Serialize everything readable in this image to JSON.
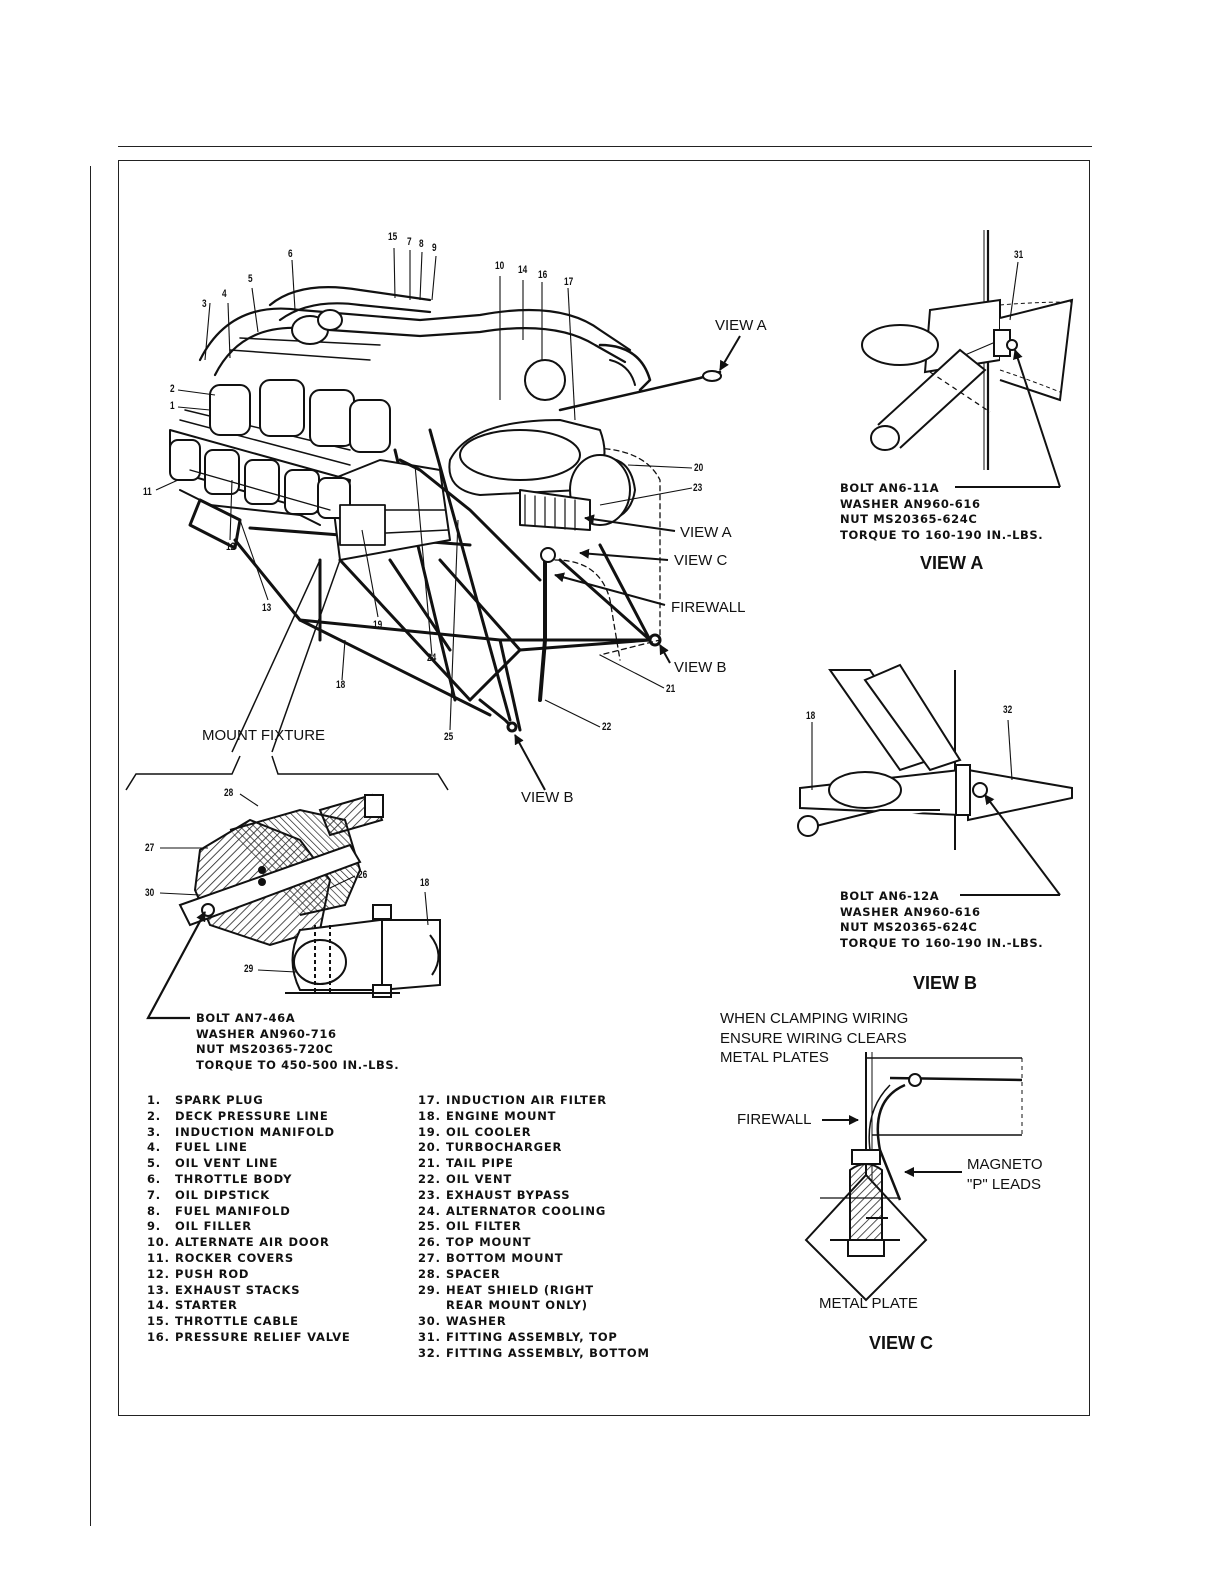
{
  "callouts": {
    "c1": "1",
    "c2": "2",
    "c3": "3",
    "c4": "4",
    "c5": "5",
    "c6": "6",
    "c7": "7",
    "c8": "8",
    "c9": "9",
    "c10": "10",
    "c11": "11",
    "c12": "12",
    "c13": "13",
    "c14": "14",
    "c15": "15",
    "c16": "16",
    "c17": "17",
    "c18": "18",
    "c19": "19",
    "c20": "20",
    "c21": "21",
    "c22": "22",
    "c23": "23",
    "c24": "24",
    "c25": "25",
    "c26": "26",
    "c27": "27",
    "c28": "28",
    "c29": "29",
    "c30": "30",
    "c31": "31",
    "c32": "32"
  },
  "main": {
    "view_a": "VIEW A",
    "view_c": "VIEW C",
    "firewall": "FIREWALL",
    "view_b": "VIEW B",
    "mount_fixture": "MOUNT FIXTURE"
  },
  "view_a": {
    "title": "VIEW A",
    "spec": [
      "BOLT AN6-11A",
      "WASHER AN960-616",
      "NUT MS20365-624C",
      "TORQUE TO 160-190 IN.-LBS."
    ]
  },
  "view_b": {
    "title": "VIEW B",
    "spec": [
      "BOLT AN6-12A",
      "WASHER AN960-616",
      "NUT MS20365-624C",
      "TORQUE TO 160-190 IN.-LBS."
    ]
  },
  "mount_detail": {
    "spec": [
      "BOLT AN7-46A",
      "WASHER AN960-716",
      "NUT MS20365-720C",
      "TORQUE TO 450-500 IN.-LBS."
    ]
  },
  "view_c": {
    "title": "VIEW C",
    "note": [
      "WHEN CLAMPING WIRING",
      "ENSURE WIRING CLEARS",
      "METAL PLATES"
    ],
    "firewall": "FIREWALL",
    "magneto": [
      "MAGNETO",
      "\"P\" LEADS"
    ],
    "metal_plate": "METAL PLATE"
  },
  "legend": {
    "left": [
      {
        "n": "1.",
        "t": "SPARK PLUG"
      },
      {
        "n": "2.",
        "t": "DECK PRESSURE LINE"
      },
      {
        "n": "3.",
        "t": "INDUCTION MANIFOLD"
      },
      {
        "n": "4.",
        "t": "FUEL LINE"
      },
      {
        "n": "5.",
        "t": "OIL VENT LINE"
      },
      {
        "n": "6.",
        "t": "THROTTLE BODY"
      },
      {
        "n": "7.",
        "t": "OIL DIPSTICK"
      },
      {
        "n": "8.",
        "t": "FUEL MANIFOLD"
      },
      {
        "n": "9.",
        "t": "OIL FILLER"
      },
      {
        "n": "10.",
        "t": "ALTERNATE AIR DOOR"
      },
      {
        "n": "11.",
        "t": "ROCKER COVERS"
      },
      {
        "n": "12.",
        "t": "PUSH ROD"
      },
      {
        "n": "13.",
        "t": "EXHAUST STACKS"
      },
      {
        "n": "14.",
        "t": "STARTER"
      },
      {
        "n": "15.",
        "t": "THROTTLE CABLE"
      },
      {
        "n": "16.",
        "t": "PRESSURE RELIEF VALVE"
      }
    ],
    "right": [
      {
        "n": "17.",
        "t": "INDUCTION AIR FILTER"
      },
      {
        "n": "18.",
        "t": "ENGINE MOUNT"
      },
      {
        "n": "19.",
        "t": "OIL COOLER"
      },
      {
        "n": "20.",
        "t": "TURBOCHARGER"
      },
      {
        "n": "21.",
        "t": "TAIL PIPE"
      },
      {
        "n": "22.",
        "t": "OIL VENT"
      },
      {
        "n": "23.",
        "t": "EXHAUST BYPASS"
      },
      {
        "n": "24.",
        "t": "ALTERNATOR COOLING"
      },
      {
        "n": "25.",
        "t": "OIL FILTER"
      },
      {
        "n": "26.",
        "t": "TOP MOUNT"
      },
      {
        "n": "27.",
        "t": "BOTTOM MOUNT"
      },
      {
        "n": "28.",
        "t": "SPACER"
      },
      {
        "n": "29.",
        "t": "HEAT SHIELD (RIGHT"
      },
      {
        "n": "",
        "t": "REAR MOUNT ONLY)"
      },
      {
        "n": "30.",
        "t": "WASHER"
      },
      {
        "n": "31.",
        "t": "FITTING ASSEMBLY, TOP"
      },
      {
        "n": "32.",
        "t": "FITTING ASSEMBLY, BOTTOM"
      }
    ]
  }
}
